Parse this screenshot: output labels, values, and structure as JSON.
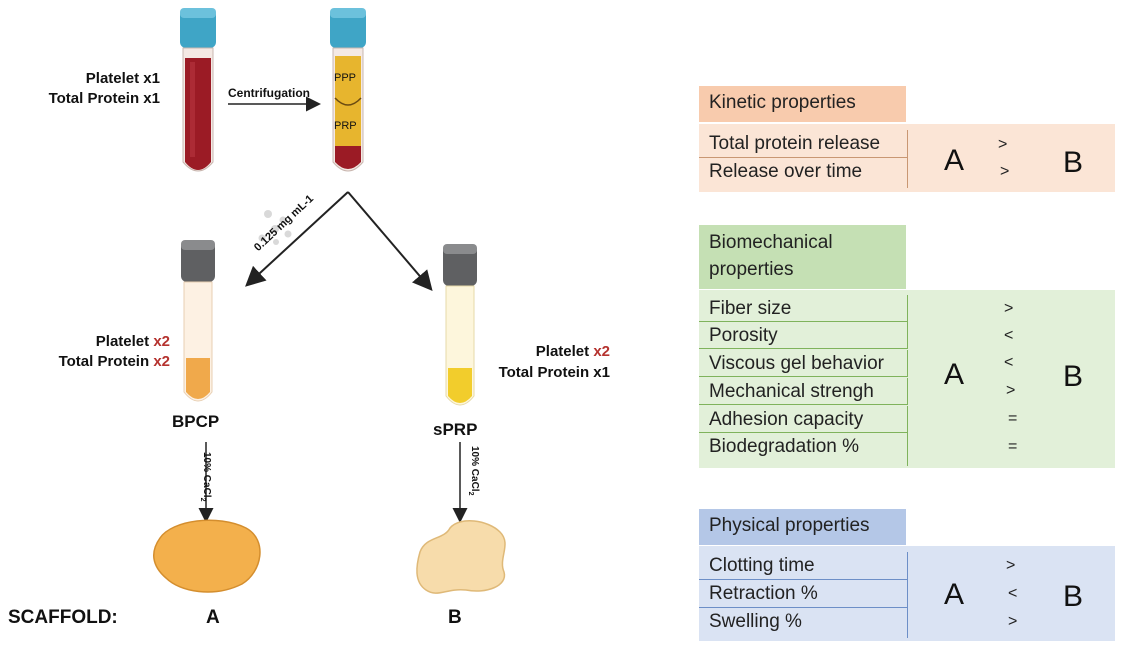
{
  "left": {
    "tube1": {
      "platelet": "Platelet x1",
      "protein": "Total Protein x1"
    },
    "centrifugation": "Centrifugation",
    "tube2": {
      "ppp": "PPP",
      "prp": "PRP"
    },
    "dose": "0.125 mg mL-1",
    "bpcp": {
      "platelet_prefix": "Platelet ",
      "platelet_mult": "x2",
      "protein_prefix": "Total Protein ",
      "protein_mult": "x2",
      "name": "BPCP"
    },
    "sprp": {
      "platelet_prefix": "Platelet ",
      "platelet_mult": "x2",
      "protein": "Total Protein x1",
      "name": "sPRP"
    },
    "cacl_prefix": "10% CaCl",
    "cacl_sub": "2",
    "scaffold_label": "SCAFFOLD:",
    "scaffold_a": "A",
    "scaffold_b": "B"
  },
  "kinetic": {
    "title": "Kinetic  properties",
    "rows": [
      "Total protein release",
      "Release over time"
    ],
    "symbols": [
      ">",
      ">"
    ],
    "a": "A",
    "b": "B"
  },
  "biomechanical": {
    "title_line1": "Biomechanical",
    "title_line2": "properties",
    "rows": [
      "Fiber size",
      "Porosity",
      "Viscous gel behavior",
      "Mechanical strengh",
      "Adhesion capacity",
      "Biodegradation %"
    ],
    "symbols": [
      ">",
      "<",
      "<",
      ">",
      "=",
      "="
    ],
    "a": "A",
    "b": "B"
  },
  "physical": {
    "title": "Physical properties",
    "rows": [
      "Clotting time",
      "Retraction %",
      "Swelling  %"
    ],
    "symbols": [
      ">",
      "<",
      ">"
    ],
    "a": "A",
    "b": "B"
  },
  "colors": {
    "kinetic_header": "#f8cbad",
    "kinetic_body": "#fbe5d6",
    "bio_header": "#c5e0b4",
    "bio_body": "#e2f0d9",
    "phys_header": "#b4c7e7",
    "phys_body": "#dae3f3",
    "blood": "#9b1b25",
    "plasma": "#e7b52e",
    "bpcp": "#f0a94b",
    "sprp": "#f2cd2c",
    "cap_blue": "#3fa5c6",
    "cap_grey": "#5f6062"
  }
}
